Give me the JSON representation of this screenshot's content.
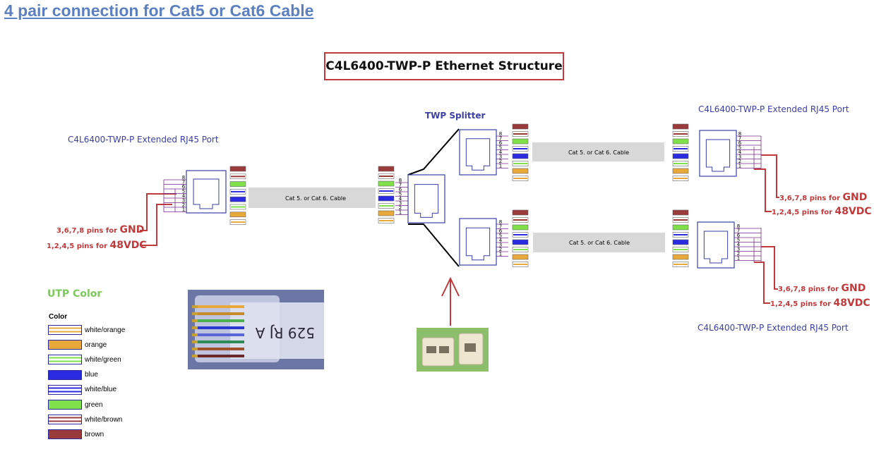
{
  "heading": "4 pair connection for Cat5 or Cat6 Cable",
  "diagram_title": "C4L6400-TWP-P Ethernet Structure",
  "labels": {
    "left_port": "C4L6400-TWP-P Extended RJ45 Port",
    "splitter": "TWP Splitter",
    "right_top_port": "C4L6400-TWP-P Extended RJ45 Port",
    "right_bottom_port": "C4L6400-TWP-P Extended RJ45 Port",
    "cable": "Cat 5. or Cat 6. Cable"
  },
  "pin_notes": {
    "gnd_prefix": "3,6,7,8 pins for ",
    "gnd": "GND",
    "vdc_prefix": "1,2,4,5 pins for ",
    "vdc": "48VDC"
  },
  "pins": [
    "8",
    "7",
    "6",
    "5",
    "4",
    "3",
    "2",
    "1"
  ],
  "utp": {
    "title": "UTP Color",
    "legend_title": "Color",
    "items": [
      {
        "label": "white/orange",
        "color": "#e8a93a",
        "striped": true
      },
      {
        "label": "orange",
        "color": "#e8a93a",
        "striped": false
      },
      {
        "label": "white/green",
        "color": "#7fe04a",
        "striped": true
      },
      {
        "label": "blue",
        "color": "#2a2ae0",
        "striped": false
      },
      {
        "label": "white/blue",
        "color": "#2a2ae0",
        "striped": true
      },
      {
        "label": "green",
        "color": "#7fe04a",
        "striped": false
      },
      {
        "label": "white/brown",
        "color": "#9b3a3a",
        "striped": true
      },
      {
        "label": "brown",
        "color": "#9b3a3a",
        "striped": false
      }
    ]
  },
  "photo_text": "529 RJ A",
  "colors": {
    "accent_red": "#c0393b",
    "label_blue": "#3b3fa6",
    "cable_gray": "#d8d8d8",
    "wire_purple": "#7a2a8a"
  }
}
